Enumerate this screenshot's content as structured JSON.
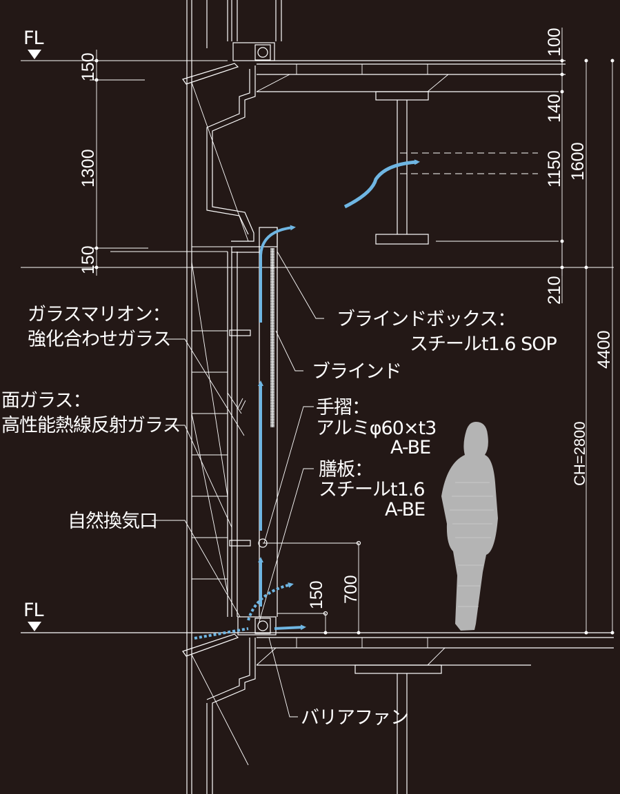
{
  "floor_level": {
    "upper": "FL",
    "lower": "FL"
  },
  "dimensions": {
    "left_upper": "150",
    "left_window": "1300",
    "left_lower": "150",
    "right_top": "100",
    "right_140": "140",
    "right_1150": "1150",
    "right_1600": "1600",
    "right_210": "210",
    "right_4400": "4400",
    "ceiling_height": "CH=2800",
    "rail_height": "700",
    "sill_height": "150"
  },
  "labels": {
    "mullion_line1": "ガラスマリオン：",
    "mullion_line2": "強化合わせガラス",
    "glass_line1": "面ガラス：",
    "glass_line2": "高性能熱線反射ガラス",
    "vent": "自然換気口",
    "blind_box_line1": "ブラインドボックス：",
    "blind_box_line2": "スチールt1.6 SOP",
    "blind": "ブラインド",
    "handrail_line1": "手摺：",
    "handrail_line2": "アルミφ60×t3",
    "handrail_line3": "A-BE",
    "sill_line1": "膳板：",
    "sill_line2": "スチールt1.6",
    "sill_line3": "A-BE",
    "barrier_fan": "バリアファン"
  },
  "colors": {
    "background": "#231816",
    "lines": "#ffffff",
    "airflow": "#6fb6e3",
    "figure": "#b9b9b9"
  }
}
